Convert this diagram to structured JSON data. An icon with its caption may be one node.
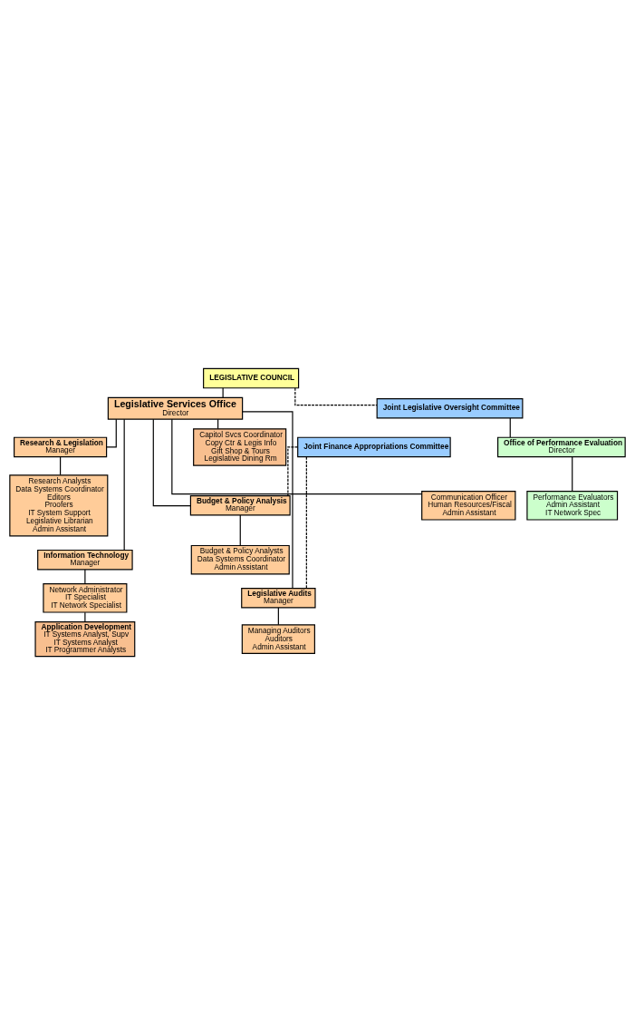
{
  "diagram": {
    "nodes": [
      {
        "text": [
          "LEGISLATIVE COUNCIL"
        ]
      },
      {
        "text": [
          "Legislative Services Office",
          "Director"
        ]
      },
      {
        "text": [
          "Joint Legislative Oversight Committee"
        ]
      },
      {
        "text": [
          "Office of Performance Evaluation",
          "Director"
        ]
      },
      {
        "text": [
          "Performance Evaluators",
          "Admin Assistant",
          "IT Network Spec"
        ]
      },
      {
        "text": [
          "Capitol Svcs Coordinator",
          "Copy Ctr & Legis Info",
          "Gift Shop & Tours",
          "Legislative Dining Rm"
        ]
      },
      {
        "text": [
          "Communication Officer",
          "Human Resources/Fiscal",
          "Admin Assistant"
        ]
      },
      {
        "text": [
          "Joint Finance Appropriations Committee"
        ]
      },
      {
        "text": [
          "Research & Legislation",
          "Manager"
        ]
      },
      {
        "text": [
          "Research Analysts",
          "Data Systems Coordinator",
          "Editors",
          "Proofers",
          "IT System Support",
          "Legislative Librarian",
          "Admin Assistant"
        ]
      },
      {
        "text": [
          "Budget & Policy Analysis",
          "Manager"
        ]
      },
      {
        "text": [
          "Budget & Policy Analysts",
          "Data Systems Coordinator",
          "Admin Assistant"
        ]
      },
      {
        "text": [
          "Information Technology",
          "Manager"
        ]
      },
      {
        "text": [
          "Network Administrator",
          "IT Specialist",
          "IT Network Specialist"
        ]
      },
      {
        "text": [
          "Legislative Audits",
          "Manager"
        ]
      },
      {
        "text": [
          "Application Development",
          "IT Systems Analyst, Supv",
          "IT Systems Analyst",
          "IT Programmer Analysts"
        ]
      },
      {
        "text": [
          "Managing Auditors",
          "Auditors",
          "Admin Assistant"
        ]
      }
    ],
    "edges": [
      {
        "from": 0,
        "to": 1,
        "arrow": "none"
      },
      {
        "from": 0,
        "to": 2,
        "arrow": "none",
        "style": "dashed"
      },
      {
        "from": 2,
        "to": 3,
        "arrow": "none"
      },
      {
        "from": 3,
        "to": 4,
        "arrow": "none"
      },
      {
        "from": 1,
        "to": 5,
        "arrow": "none"
      },
      {
        "from": 1,
        "to": 6,
        "arrow": "none"
      },
      {
        "from": 1,
        "to": 8,
        "arrow": "none"
      },
      {
        "from": 8,
        "to": 9,
        "arrow": "none"
      },
      {
        "from": 1,
        "to": 10,
        "arrow": "none"
      },
      {
        "from": 10,
        "to": 11,
        "arrow": "none"
      },
      {
        "from": 1,
        "to": 12,
        "arrow": "none"
      },
      {
        "from": 12,
        "to": 13,
        "arrow": "none"
      },
      {
        "from": 13,
        "to": 15,
        "arrow": "none"
      },
      {
        "from": 1,
        "to": 14,
        "arrow": "none"
      },
      {
        "from": 14,
        "to": 16,
        "arrow": "none"
      },
      {
        "from": 7,
        "to": 10,
        "arrow": "none",
        "style": "dashed"
      },
      {
        "from": 7,
        "to": 14,
        "arrow": "none",
        "style": "dashed"
      }
    ]
  }
}
